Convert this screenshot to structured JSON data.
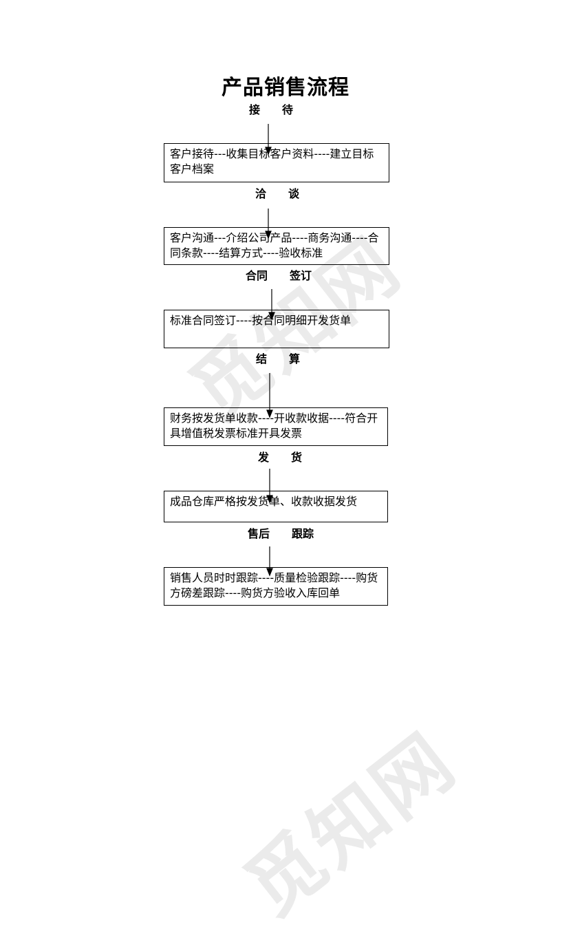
{
  "title": "产品销售流程",
  "steps": [
    {
      "label": "接　　待",
      "text": "客户接待---收集目标客户资料----建立目标客户档案"
    },
    {
      "label": "洽　　谈",
      "text": "客户沟通---介绍公司产品----商务沟通----合同条款----结算方式----验收标准"
    },
    {
      "label": "合同　　签订",
      "text": "标准合同签订----按合同明细开发货单"
    },
    {
      "label": "结　　算",
      "text": "财务按发货单收款----开收款收据----符合开具增值税发票标准开具发票"
    },
    {
      "label": "发　　货",
      "text": "成品仓库严格按发货单、收款收据发货"
    },
    {
      "label": "售后　　跟踪",
      "text": "销售人员时时跟踪----质量检验跟踪----购货方磅差跟踪----购货方验收入库回单"
    }
  ],
  "watermark": "觅知网"
}
